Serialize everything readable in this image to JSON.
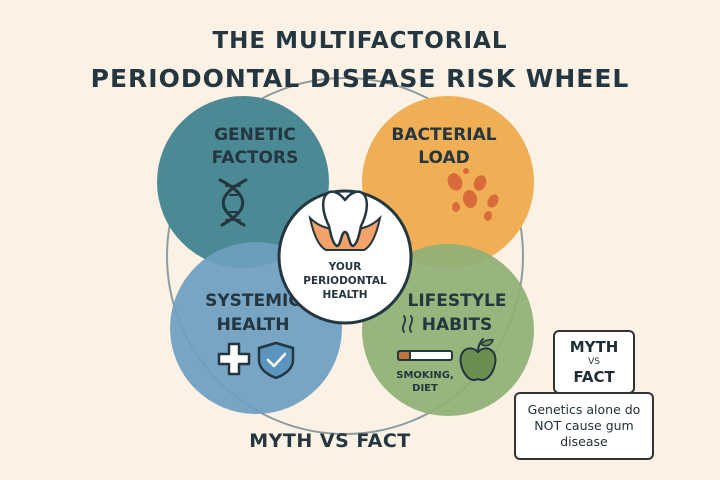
{
  "title": {
    "line1": "THE MULTIFACTORIAL",
    "line2": "PERIODONTAL DISEASE RISK WHEEL"
  },
  "center": {
    "line1": "YOUR",
    "line2": "PERIODONTAL",
    "line3": "HEALTH",
    "icon": "tooth-icon"
  },
  "factors": [
    {
      "id": "genetic",
      "line1": "GENETIC",
      "line2": "FACTORS",
      "color": "#4b8a94",
      "icon": "dna-icon"
    },
    {
      "id": "bacterial",
      "line1": "BACTERIAL",
      "line2": "LOAD",
      "color": "#f0ae55",
      "icon": "bacteria-icon"
    },
    {
      "id": "systemic",
      "line1": "SYSTEMIC",
      "line2": "HEALTH",
      "color": "#6e9fc1",
      "icon": "medical-cross-icon"
    },
    {
      "id": "lifestyle",
      "line1": "LIFESTYLE",
      "line2": "HABITS",
      "sub1": "SMOKING,",
      "sub2": "DIET",
      "color": "#8fb075",
      "icon": "cigarette-icon"
    }
  ],
  "icons": {
    "shield": "shield-check-icon",
    "apple": "apple-icon"
  },
  "bottom_caption": "MYTH VS FACT",
  "myth_box": {
    "myth": "MYTH",
    "vs": "VS",
    "fact": "FACT"
  },
  "fact_box": {
    "text": "Genetics alone do NOT cause gum disease"
  },
  "colors": {
    "text": "#24363f",
    "background": "#fbf1e4",
    "ring": "#8a9aa0"
  }
}
